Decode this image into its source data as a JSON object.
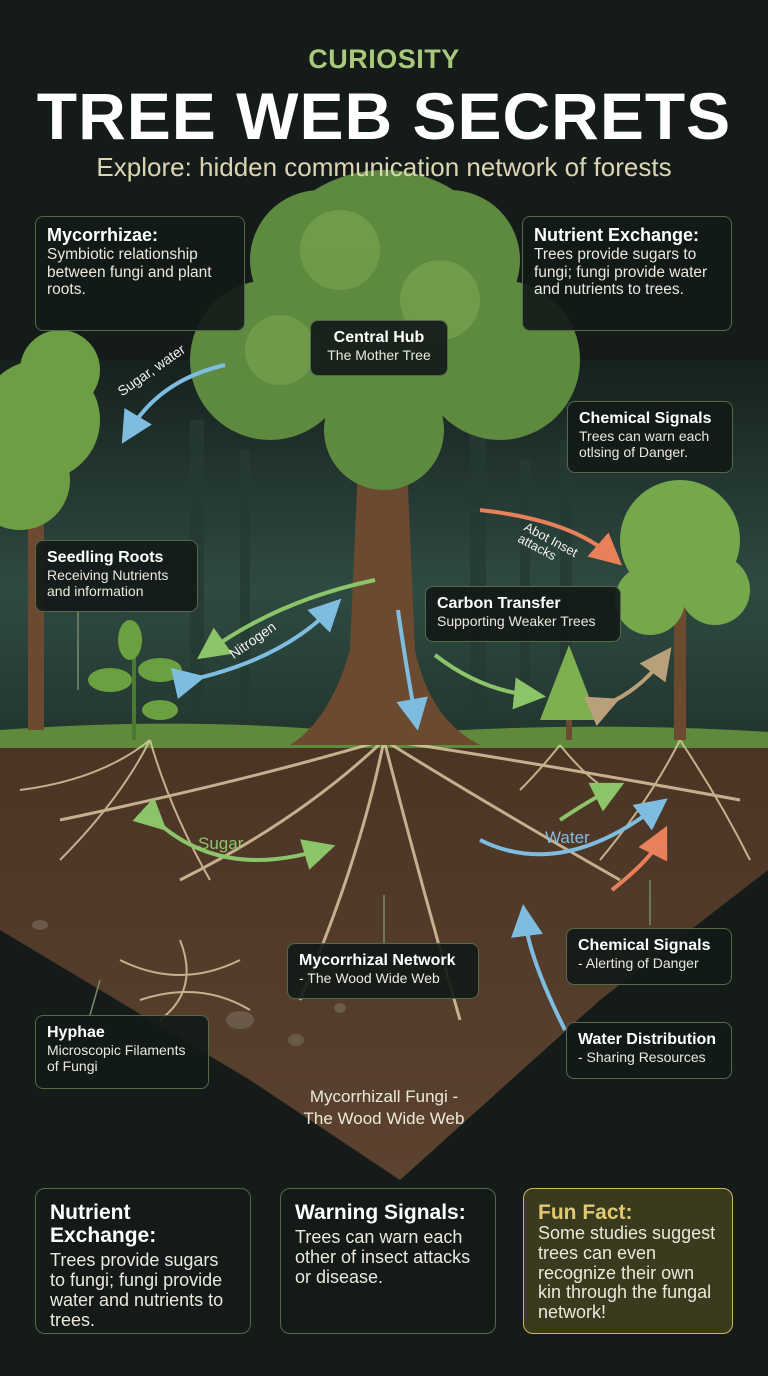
{
  "header": {
    "kicker": "CURIOSITY",
    "title": "TREE WEB SECRETS",
    "subtitle": "Explore: hidden communication network of forests"
  },
  "callouts": {
    "mycorrhizae": {
      "title": "Mycorrhizae:",
      "text": "Symbiotic relationship between fungi and plant roots."
    },
    "nutrient_top": {
      "title": "Nutrient Exchange:",
      "text": "Trees provide sugars to fungi; fungi provide water and nutrients to trees."
    },
    "central_hub": {
      "title": "Central Hub",
      "text": "The Mother Tree"
    },
    "chemical_top": {
      "title": "Chemical Signals",
      "text": "Trees can warn each otlsing of Danger."
    },
    "seedling": {
      "title": "Seedling Roots",
      "text": "Receiving Nutrients and information"
    },
    "carbon": {
      "title": "Carbon Transfer",
      "text": "Supporting Weaker Trees"
    },
    "network": {
      "title": "Mycorrhizal Network",
      "text": "- The Wood Wide Web"
    },
    "chemical_bottom": {
      "title": "Chemical Signals",
      "text": "- Alerting of Danger"
    },
    "hyphae": {
      "title": "Hyphae",
      "text": "Microscopic Filaments of Fungi"
    },
    "water_dist": {
      "title": "Water Distribution",
      "text": "- Sharing Resources"
    }
  },
  "arrow_labels": {
    "sugar_water": "Sugar, water",
    "insect": "Abot Inset attacks",
    "nitrogen": "Nitrogen",
    "sugar": "Sugar",
    "water": "Water"
  },
  "caption": {
    "line1": "Mycorrhizall Fungi -",
    "line2": "The Wood Wide Web"
  },
  "cards": [
    {
      "title": "Nutrient Exchange:",
      "text": "Trees provide sugars to fungi; fungi provide water and nutrients to trees."
    },
    {
      "title": "Warning Signals:",
      "text": "Trees can warn each other of insect attacks or disease."
    },
    {
      "title": "Fun Fact:",
      "text": "Some studies suggest trees can even recognize their own kin through the fungal network!"
    }
  ],
  "colors": {
    "background": "#141b19",
    "accent_green": "#a9c97a",
    "fun_fact": "#e2c873",
    "arrow_blue": "#7fbde0",
    "arrow_green": "#8cc46a",
    "arrow_orange": "#e8805a"
  }
}
